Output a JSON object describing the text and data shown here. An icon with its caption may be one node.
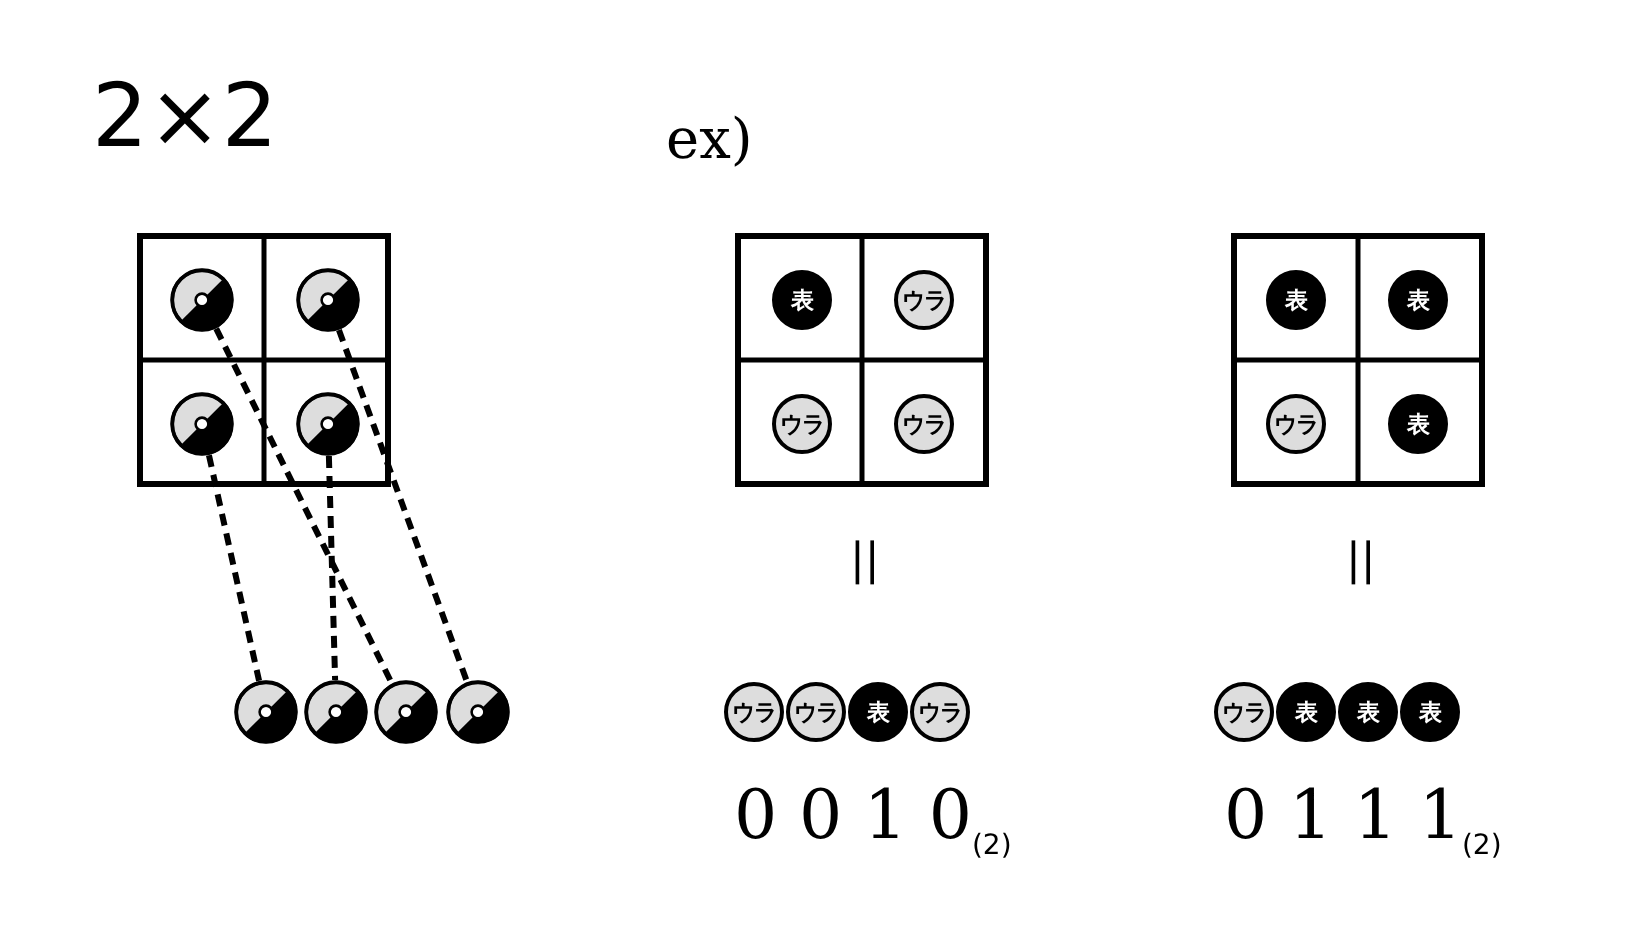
{
  "diagram": {
    "nodes": [
      {
        "text": [],
        "shape": "circle"
      },
      {
        "text": [],
        "shape": "circle"
      },
      {
        "text": [],
        "shape": "circle"
      },
      {
        "text": [],
        "shape": "circle"
      },
      {
        "text": [
          "表"
        ]
      },
      {
        "text": [
          "ウラ"
        ]
      },
      {
        "text": [
          "ウラ"
        ]
      },
      {
        "text": [
          "ウラ"
        ]
      },
      {
        "text": [
          "表"
        ]
      },
      {
        "text": [
          "表"
        ]
      },
      {
        "text": [
          "ウラ"
        ]
      },
      {
        "text": [
          "表"
        ]
      },
      {
        "text": [],
        "shape": "circle"
      },
      {
        "text": [],
        "shape": "circle"
      },
      {
        "text": [],
        "shape": "circle"
      },
      {
        "text": [],
        "shape": "circle"
      },
      {
        "text": [
          "ウラ"
        ]
      },
      {
        "text": [
          "ウラ"
        ]
      },
      {
        "text": [
          "表"
        ]
      },
      {
        "text": [
          "ウラ"
        ]
      },
      {
        "text": [
          "ウラ"
        ]
      },
      {
        "text": [
          "表"
        ]
      },
      {
        "text": [
          "表"
        ]
      },
      {
        "text": [
          "表"
        ]
      }
    ],
    "edges": [
      {
        "from": 0,
        "to": 14,
        "arrow": "none",
        "style": "dashed"
      },
      {
        "from": 1,
        "to": 15,
        "arrow": "none",
        "style": "dashed"
      },
      {
        "from": 2,
        "to": 12,
        "arrow": "none",
        "style": "dashed"
      },
      {
        "from": 3,
        "to": 13,
        "arrow": "none",
        "style": "dashed"
      }
    ],
    "labels": [
      "2×2",
      "ex)",
      "||",
      "||",
      "0 0 1 0$_{(2)}$",
      "0 1 1 1$_{(2)}$"
    ]
  }
}
